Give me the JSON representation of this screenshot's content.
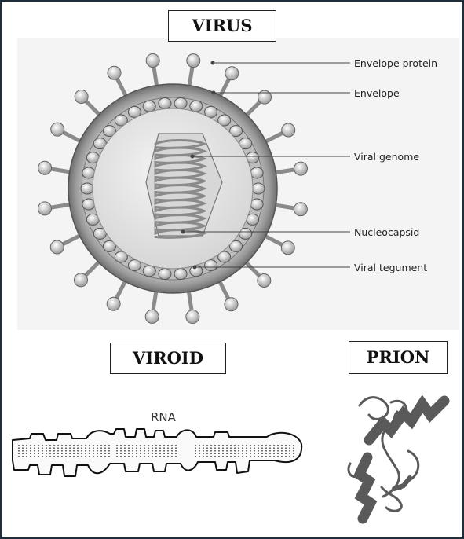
{
  "titles": {
    "virus": "VIRUS",
    "viroid": "VIROID",
    "prion": "PRION"
  },
  "virus_labels": {
    "envelope_protein": "Envelope protein",
    "envelope": "Envelope",
    "viral_genome": "Viral genome",
    "nucleocapsid": "Nucleocapsid",
    "viral_tegument": "Viral tegument"
  },
  "viroid_label": "RNA",
  "colors": {
    "frame": "#1f2e3d",
    "panel": "#f4f4f4",
    "prion": "#5a5a5a"
  }
}
